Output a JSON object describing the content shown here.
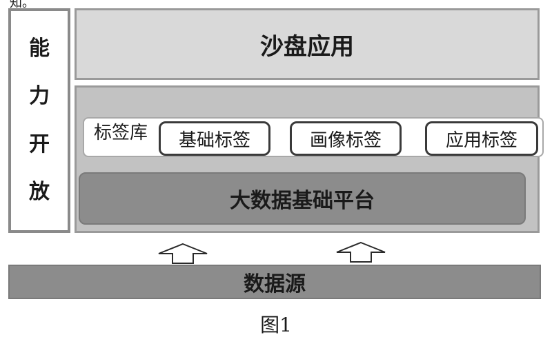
{
  "diagram": {
    "top_fragment": "知。",
    "left_column": [
      "能",
      "力",
      "开",
      "放"
    ],
    "top_layer": "沙盘应用",
    "tag_library_label": "标签库",
    "tags": [
      "基础标签",
      "画像标签",
      "应用标签"
    ],
    "platform": "大数据基础平台",
    "source": "数据源",
    "caption": "图1"
  },
  "colors": {
    "light_gray": "#d9d9d9",
    "mid_gray": "#c2c2c2",
    "dark_gray": "#8c8c8c"
  },
  "icons": [
    "up-arrow-icon",
    "up-arrow-icon"
  ]
}
